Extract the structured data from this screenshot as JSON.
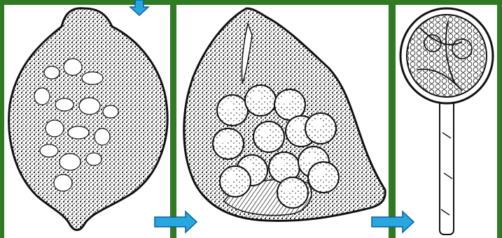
{
  "figure": {
    "panels": [
      {
        "id": "panel-1",
        "depicts": "stippled-ovoid-fruit-body"
      },
      {
        "id": "panel-2",
        "depicts": "cut-open-fruit-body-with-spheres"
      },
      {
        "id": "panel-3",
        "depicts": "stalked-round-head-with-cells"
      }
    ],
    "arrows": [
      {
        "id": "arrow-in",
        "direction": "down"
      },
      {
        "id": "arrow-1-2",
        "direction": "right"
      },
      {
        "id": "arrow-2-3",
        "direction": "right"
      }
    ]
  },
  "colors": {
    "frame": "#2f7a23",
    "arrow_fill": "#27a6e0",
    "arrow_stroke": "#0d5f96",
    "ink": "#111111",
    "paper": "#ffffff"
  }
}
